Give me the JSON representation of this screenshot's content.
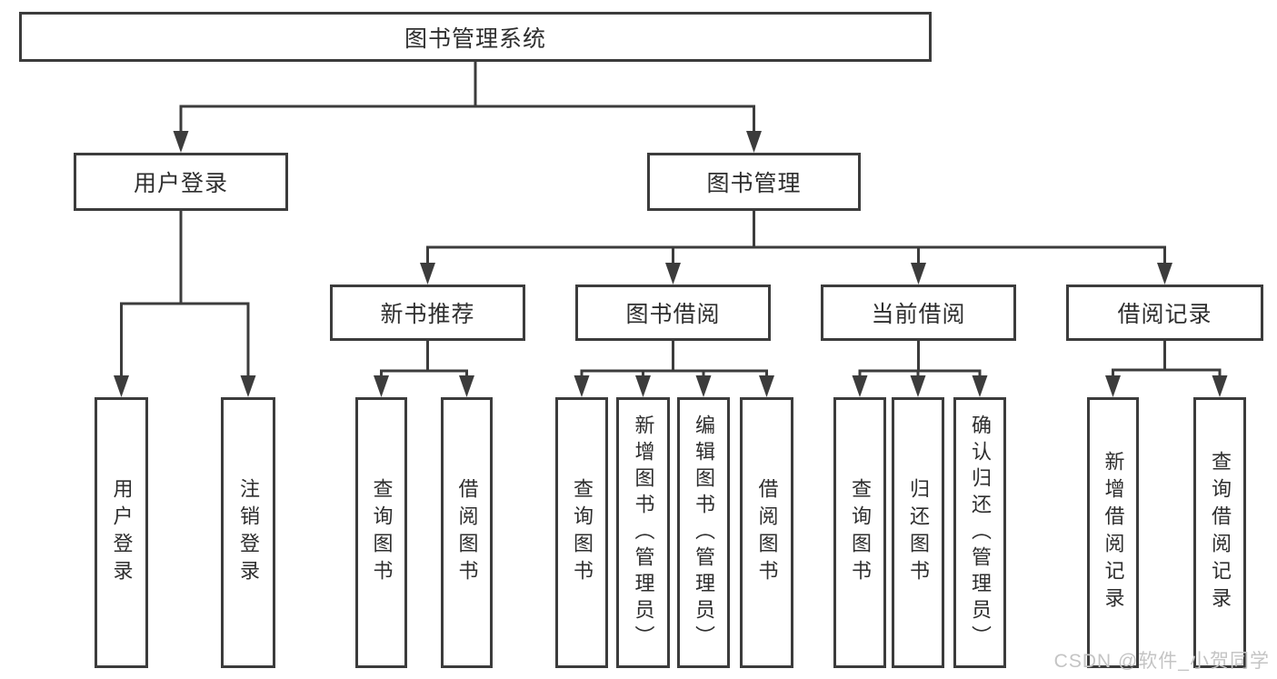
{
  "diagram": {
    "title": "图书管理系统",
    "watermark": "CSDN @软件_小贺同学",
    "colors": {
      "line": "#3c3c3c",
      "border": "#3c3c3c",
      "text": "#2e2e2e",
      "watermark": "#c4c4c4"
    },
    "nodes": {
      "root": "图书管理系统",
      "user_login": "用户登录",
      "book_mgmt": "图书管理",
      "new_book_rec": "新书推荐",
      "book_borrow": "图书借阅",
      "current_borrow": "当前借阅",
      "borrow_record": "借阅记录",
      "leaf_user_login": "用户登录",
      "leaf_logout": "注销登录",
      "leaf_query_book_1": "查询图书",
      "leaf_borrow_book_1": "借阅图书",
      "leaf_query_book_2": "查询图书",
      "leaf_add_book": "新增图书（管理员）",
      "leaf_edit_book": "编辑图书（管理员）",
      "leaf_borrow_book_2": "借阅图书",
      "leaf_query_book_3": "查询图书",
      "leaf_return_book": "归还图书",
      "leaf_confirm_return": "确认归还（管理员）",
      "leaf_add_record": "新增借阅记录",
      "leaf_query_record": "查询借阅记录"
    }
  }
}
